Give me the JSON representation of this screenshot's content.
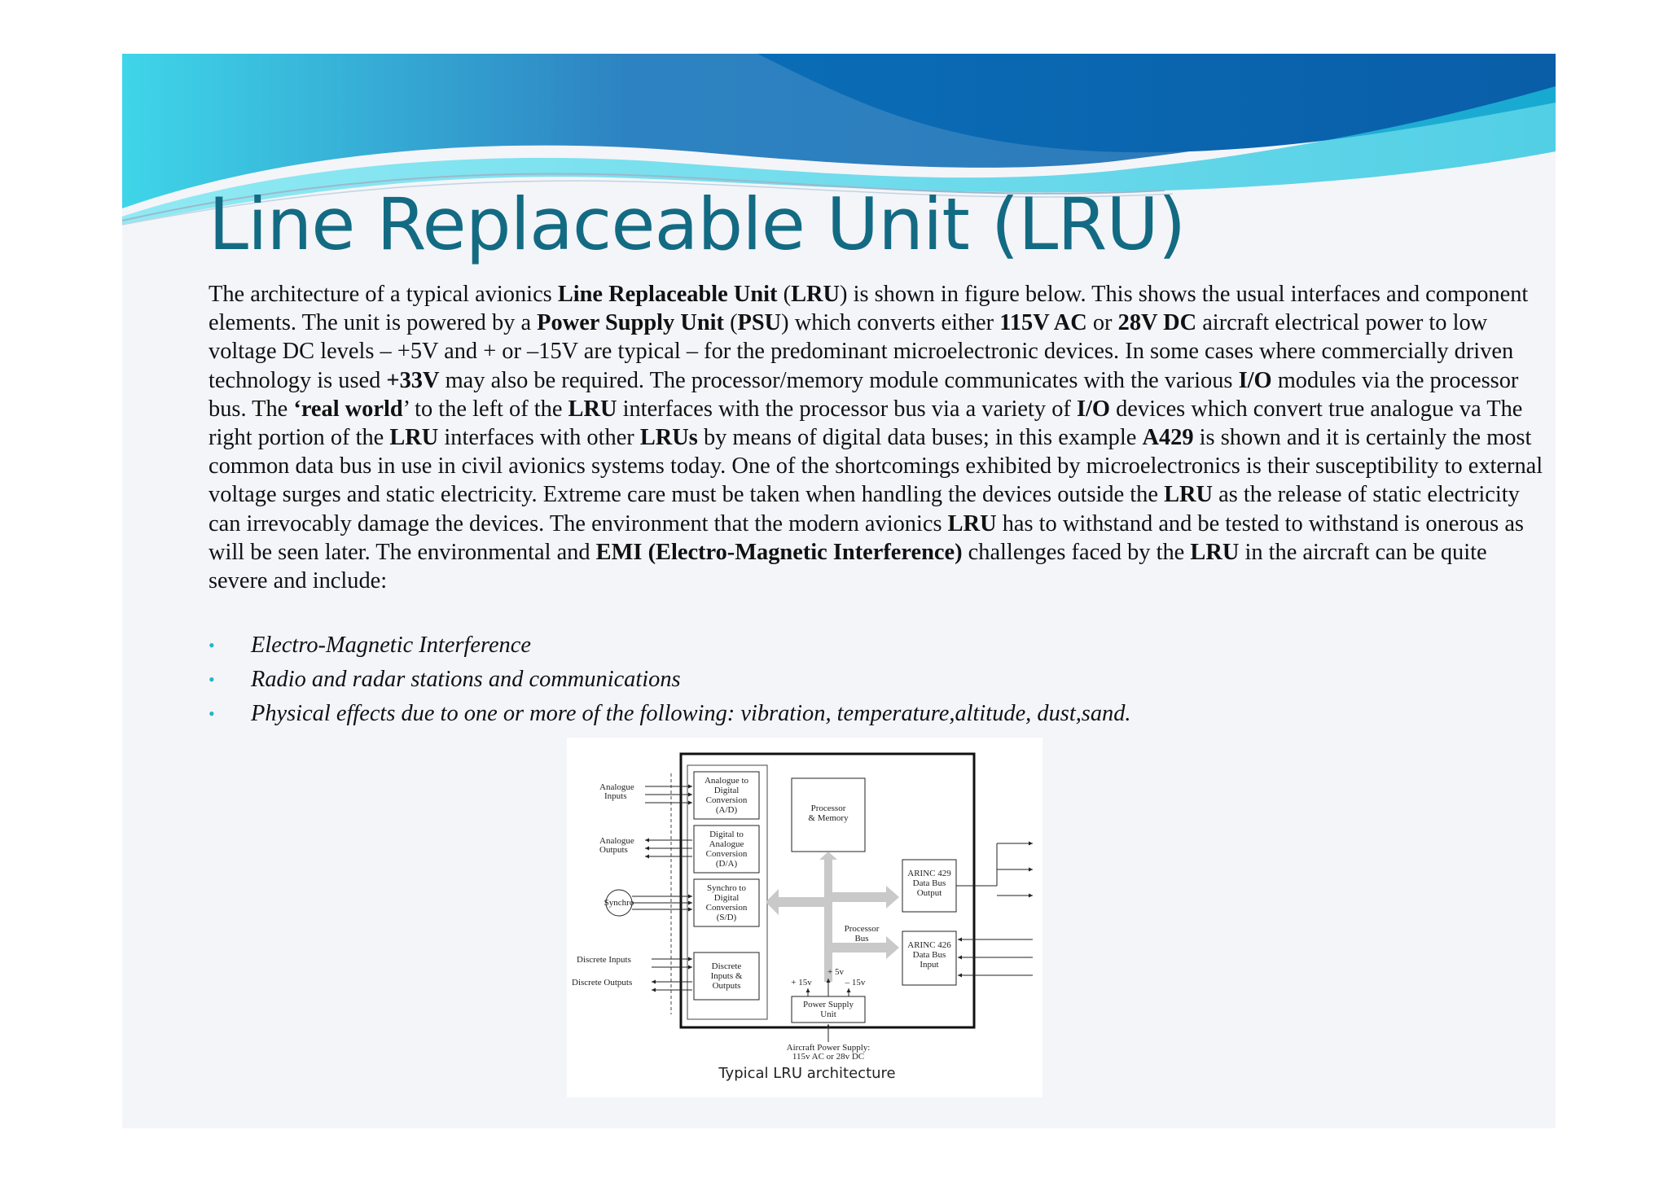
{
  "slide": {
    "title": "Line Replaceable Unit (LRU)",
    "paragraph": [
      {
        "t": "The architecture of a typical avionics "
      },
      {
        "t": "Line Replaceable Unit",
        "b": true
      },
      {
        "t": " ("
      },
      {
        "t": "LRU",
        "b": true
      },
      {
        "t": ") is shown in figure below. This shows the usual interfaces and component elements. The unit is powered by a "
      },
      {
        "t": "Power Supply Unit",
        "b": true
      },
      {
        "t": " ("
      },
      {
        "t": "PSU",
        "b": true
      },
      {
        "t": ") which converts either "
      },
      {
        "t": "115V AC",
        "b": true
      },
      {
        "t": " or "
      },
      {
        "t": "28V DC",
        "b": true
      },
      {
        "t": " aircraft electrical power to low voltage DC levels – +5V and + or –15V are typical – for the predominant microelectronic devices. In some cases where commercially driven technology is used "
      },
      {
        "t": "+33V",
        "b": true
      },
      {
        "t": " may also be required. The processor/memory module communicates with the various "
      },
      {
        "t": "I/O",
        "b": true
      },
      {
        "t": " modules via the processor bus. The "
      },
      {
        "t": "‘real world",
        "b": true
      },
      {
        "t": "’ to the left of the "
      },
      {
        "t": "LRU",
        "b": true
      },
      {
        "t": " interfaces with the processor bus via a variety of "
      },
      {
        "t": "I/O",
        "b": true
      },
      {
        "t": " devices which convert true analogue va The right portion of the "
      },
      {
        "t": "LRU",
        "b": true
      },
      {
        "t": " interfaces with other "
      },
      {
        "t": "LRUs",
        "b": true
      },
      {
        "t": " by means of digital data buses; in this example "
      },
      {
        "t": "A429",
        "b": true
      },
      {
        "t": " is shown and it is certainly the most common data bus in use in civil avionics systems today. One of the shortcomings exhibited by microelectronics is their susceptibility to external voltage surges and static electricity. Extreme care must be taken when handling the devices outside the "
      },
      {
        "t": "LRU",
        "b": true
      },
      {
        "t": " as the release of static electricity can irrevocably damage the devices. The environment that the modern avionics "
      },
      {
        "t": "LRU",
        "b": true
      },
      {
        "t": " has to withstand and be tested to withstand is onerous as will be seen later. The environmental and "
      },
      {
        "t": "EMI",
        "b": true
      },
      {
        "t": " "
      },
      {
        "t": "(Electro-Magnetic Interference)",
        "b": true
      },
      {
        "t": " challenges faced by the "
      },
      {
        "t": "LRU",
        "b": true
      },
      {
        "t": " in the aircraft can be quite severe and include:"
      }
    ],
    "bullets": [
      "Electro-Magnetic Interference",
      "Radio and radar stations and communications",
      "Physical effects due to one or more of the following:  vibration, temperature,altitude, dust,sand."
    ],
    "bullet_glyph": "•",
    "colors": {
      "title": "#136b83",
      "bullet": "#24b5c9",
      "banner_dark": "#0a5ea8",
      "banner_light": "#1fd0e6"
    }
  },
  "diagram": {
    "caption": "Typical LRU architecture",
    "labels": {
      "analogue_inputs": [
        "Analogue",
        "Inputs"
      ],
      "analogue_outputs": [
        "Analogue",
        "Outputs"
      ],
      "synchro": "Synchro",
      "discrete_inputs": "Discrete Inputs",
      "discrete_outputs": "Discrete Outputs",
      "ad": [
        "Analogue to",
        "Digital",
        "Conversion",
        "(A/D)"
      ],
      "da": [
        "Digital to",
        "Analogue",
        "Conversion",
        "(D/A)"
      ],
      "sd": [
        "Synchro to",
        "Digital",
        "Conversion",
        "(S/D)"
      ],
      "discrete_io": [
        "Discrete",
        "Inputs &",
        "Outputs"
      ],
      "processor": [
        "Processor",
        "& Memory"
      ],
      "processor_bus": [
        "Processor",
        "Bus"
      ],
      "arinc429": [
        "ARINC 429",
        "Data Bus",
        "Output"
      ],
      "arinc426": [
        "ARINC 426",
        "Data Bus",
        "Input"
      ],
      "v5": "+ 5v",
      "v15p": "+ 15v",
      "v15n": "– 15v",
      "psu": [
        "Power Supply",
        "Unit"
      ],
      "aircraft_power": [
        "Aircraft Power Supply:",
        "115v AC or 28v DC"
      ]
    }
  }
}
